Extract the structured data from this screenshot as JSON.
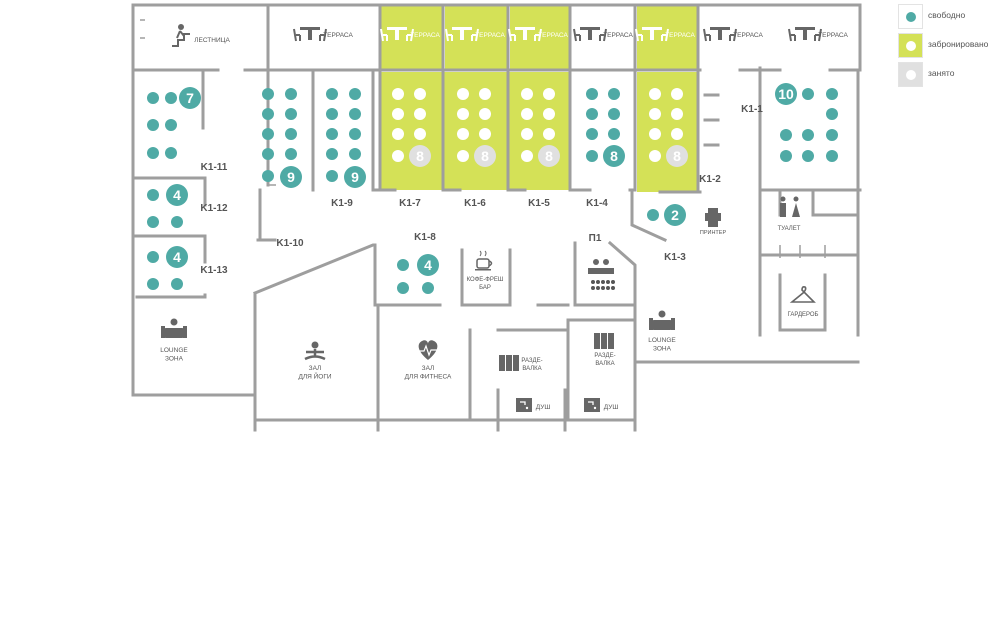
{
  "legend": [
    {
      "label": "свободно",
      "color": "#4faaa5",
      "swatch_bg": "#ffffff"
    },
    {
      "label": "забронировано",
      "color": "#ffffff",
      "swatch_bg": "#d4e157"
    },
    {
      "label": "занято",
      "color": "#ffffff",
      "swatch_bg": "#e0e0e0"
    }
  ],
  "colors": {
    "wall": "#9e9e9e",
    "free": "#4faaa5",
    "booked": "#d4e157",
    "occupied": "#e0e0e0",
    "text": "#555555"
  },
  "areas": {
    "stairs": "ЛЕСТНИЦА",
    "terrace": "ТЕРРАСА",
    "lounge": "LOUNGE\nЗОНА",
    "yoga": "ЗАЛ\nДЛЯ ЙОГИ",
    "fitness": "ЗАЛ\nДЛЯ ФИТНЕСА",
    "coffee": "КОФЕ-ФРЕШ\nБАР",
    "locker": "РАЗДЕ-\nВАЛКА",
    "shower": "ДУШ",
    "printer": "ПРИНТЕР",
    "toilet": "ТУАЛЕТ",
    "wardrobe": "ГАРДЕРОБ",
    "meeting": "П1"
  },
  "offices": [
    {
      "id": "K1-1",
      "seats": 10,
      "status": "free"
    },
    {
      "id": "K1-2",
      "seats": 8,
      "status": "booked"
    },
    {
      "id": "K1-3",
      "seats": 2,
      "status": "free"
    },
    {
      "id": "K1-4",
      "seats": 8,
      "status": "free"
    },
    {
      "id": "K1-5",
      "seats": 8,
      "status": "booked"
    },
    {
      "id": "K1-6",
      "seats": 8,
      "status": "booked"
    },
    {
      "id": "K1-7",
      "seats": 8,
      "status": "booked"
    },
    {
      "id": "K1-8",
      "seats": 4,
      "status": "free"
    },
    {
      "id": "K1-9",
      "seats": 9,
      "status": "free"
    },
    {
      "id": "K1-10",
      "seats": 9,
      "status": "free"
    },
    {
      "id": "K1-11",
      "seats": 7,
      "status": "free"
    },
    {
      "id": "K1-12",
      "seats": 4,
      "status": "free"
    },
    {
      "id": "K1-13",
      "seats": 4,
      "status": "free"
    }
  ]
}
